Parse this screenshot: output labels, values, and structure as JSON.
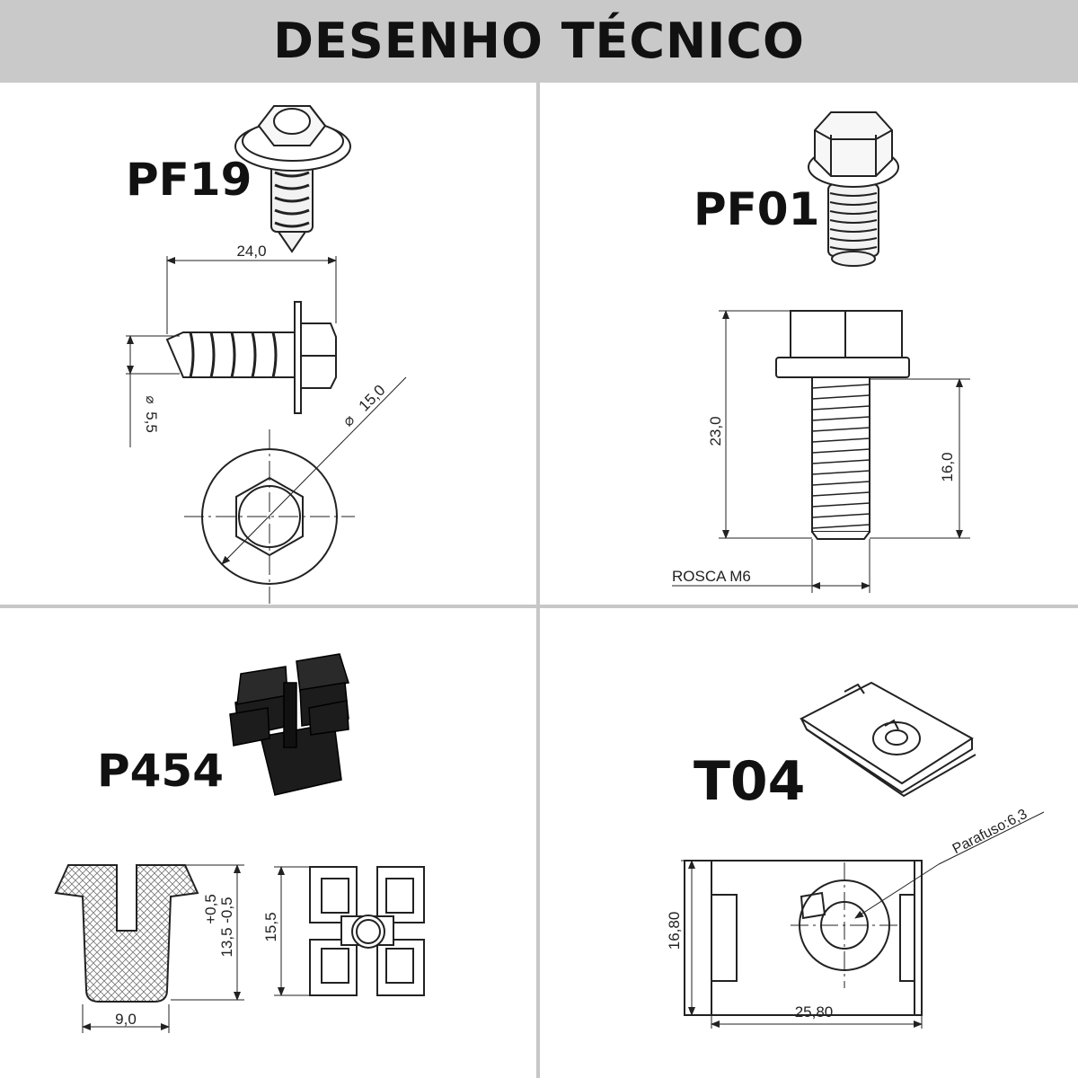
{
  "header": {
    "title": "DESENHO TÉCNICO"
  },
  "parts": {
    "pf19": {
      "label": "PF19",
      "dim_length": "24,0",
      "dim_thread_diameter": "5,5",
      "dim_washer_diameter": "15,0"
    },
    "pf01": {
      "label": "PF01",
      "dim_total_height": "23,0",
      "dim_thread_length": "16,0",
      "thread_note": "ROSCA M6"
    },
    "p454": {
      "label": "P454",
      "dim_width": "9,0",
      "dim_height": "13,5 -0,5",
      "dim_tolerance": "+0,5",
      "dim_side_height": "15,5"
    },
    "t04": {
      "label": "T04",
      "dim_height": "16,80",
      "dim_width": "25,80",
      "screw_note": "Parafuso:6,3"
    }
  },
  "colors": {
    "header_bg": "#c9c9c9",
    "divider": "#c7c7c7",
    "ink": "#111111"
  }
}
